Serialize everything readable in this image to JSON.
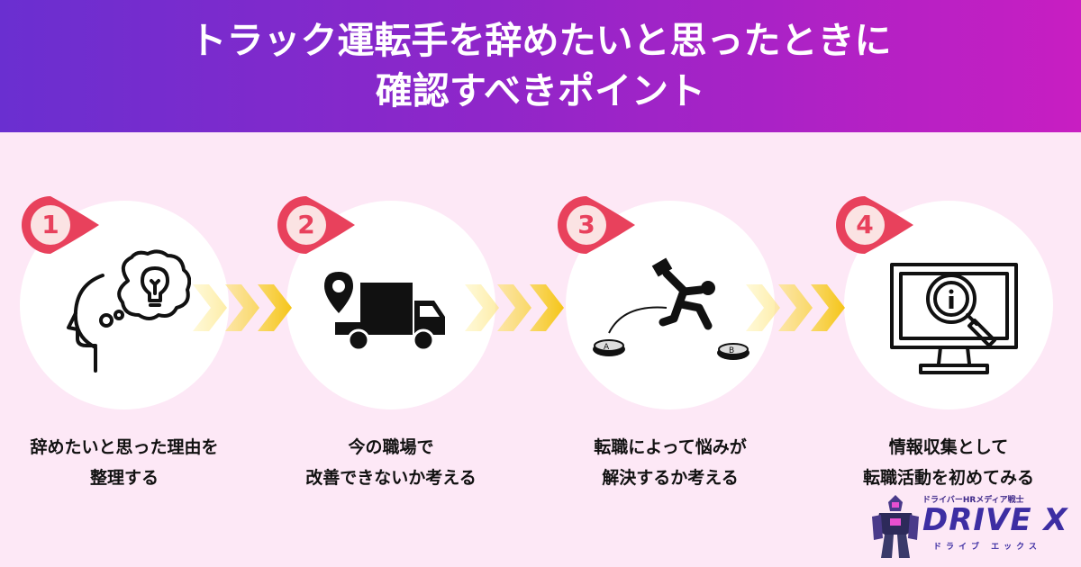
{
  "header": {
    "title_line1": "トラック運転手を辞めたいと思ったときに",
    "title_line2": "確認すべきポイント"
  },
  "colors": {
    "header_start": "#6a2fd0",
    "header_end": "#c81ec2",
    "badge": "#e8415c",
    "background": "#fde8f6",
    "chevron": "#f5c518"
  },
  "steps": [
    {
      "number": "1",
      "icon": "head-lightbulb-icon",
      "caption_line1": "辞めたいと思った理由を",
      "caption_line2": "整理する"
    },
    {
      "number": "2",
      "icon": "truck-location-icon",
      "caption_line1": "今の職場で",
      "caption_line2": "改善できないか考える"
    },
    {
      "number": "3",
      "icon": "jump-a-to-b-icon",
      "caption_line1": "転職によって悩みが",
      "caption_line2": "解決するか考える"
    },
    {
      "number": "4",
      "icon": "monitor-info-search-icon",
      "caption_line1": "情報収集として",
      "caption_line2": "転職活動を初めてみる"
    }
  ],
  "logo": {
    "tagline": "ドライバーHRメディア戦士",
    "brand": "DRIVE X",
    "subtitle": "ドライブ エックス"
  }
}
